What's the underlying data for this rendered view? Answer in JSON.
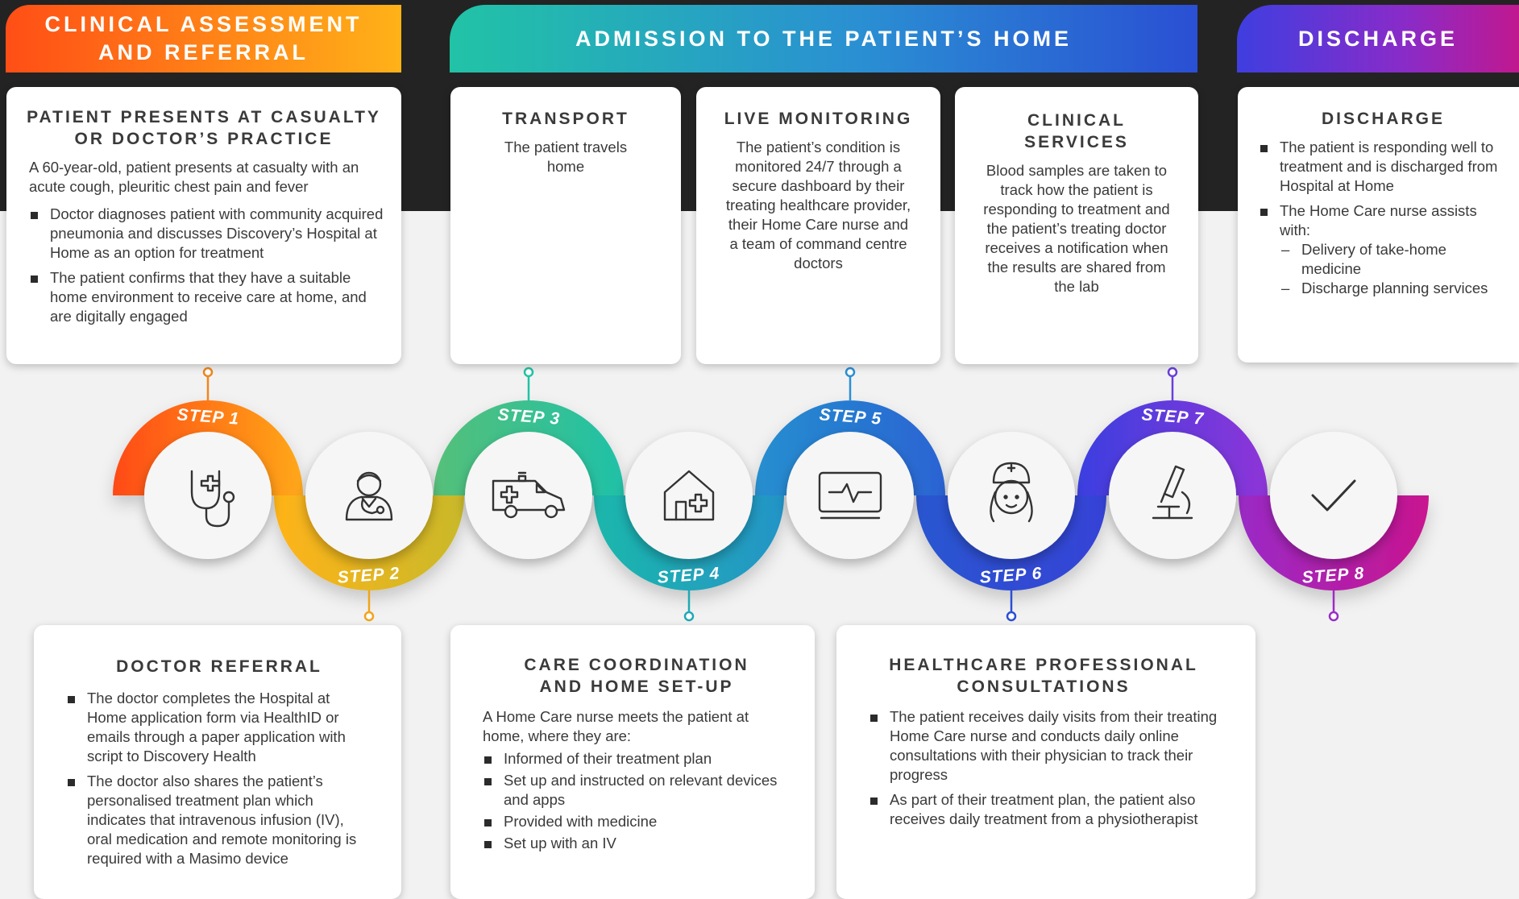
{
  "headers": {
    "clinical": "CLINICAL ASSESSMENT\nAND REFERRAL",
    "admission": "ADMISSION TO THE PATIENT’S HOME",
    "discharge": "DISCHARGE"
  },
  "steps": [
    "STEP 1",
    "STEP 2",
    "STEP 3",
    "STEP 4",
    "STEP 5",
    "STEP 6",
    "STEP 7",
    "STEP 8"
  ],
  "icons": [
    "stethoscope-icon",
    "doctor-icon",
    "ambulance-icon",
    "home-care-icon",
    "monitor-icon",
    "nurse-icon",
    "microscope-icon",
    "checkmark-icon"
  ],
  "colors": {
    "clinical_start": "#ff4e16",
    "clinical_end": "#ffb218",
    "admission_start": "#21c3a6",
    "admission_end": "#2a4fd3",
    "discharge_start": "#3f3ee0",
    "discharge_end": "#c0188f"
  },
  "cards": {
    "patient_presents": {
      "title": "PATIENT PRESENTS AT CASUALTY\nOR DOCTOR’S PRACTICE",
      "intro": "A 60-year-old, patient presents at casualty with an acute cough, pleuritic chest pain and fever",
      "bullets": [
        "Doctor diagnoses patient with community acquired pneumonia and discusses Discovery’s Hospital at Home as an option for treatment",
        "The patient confirms that they have a suitable home environment to receive care at home, and are digitally engaged"
      ]
    },
    "transport": {
      "title": "TRANSPORT",
      "text": "The patient travels home"
    },
    "live_monitoring": {
      "title": "LIVE MONITORING",
      "text": "The patient’s condition is monitored 24/7 through a secure dashboard by their treating healthcare provider, their Home Care nurse and a team of command centre doctors"
    },
    "clinical_services": {
      "title": "CLINICAL SERVICES",
      "text": "Blood samples are taken to track how the patient is responding to treatment and the patient’s treating doctor receives a notification when the results are shared from the lab"
    },
    "discharge": {
      "title": "DISCHARGE",
      "bullet1": "The patient is responding well to treatment and is discharged from Hospital at Home",
      "bullet2": "The Home Care nurse assists with:",
      "sub": [
        "Delivery of take-home medicine",
        "Discharge planning services"
      ]
    },
    "doctor_referral": {
      "title": "DOCTOR REFERRAL",
      "bullets": [
        "The doctor completes the Hospital at Home application form via HealthID or emails through a paper application with script to Discovery Health",
        "The doctor also shares the patient’s personalised treatment plan which indicates that intravenous infusion (IV), oral medication and remote monitoring is required with a Masimo device"
      ]
    },
    "care_coordination": {
      "title": "CARE COORDINATION\nAND HOME SET-UP",
      "intro": "A Home Care  nurse meets the patient at home, where they are:",
      "bullets": [
        "Informed of their treatment plan",
        "Set up and instructed on relevant devices and apps",
        "Provided with medicine",
        "Set up with an IV"
      ]
    },
    "consultations": {
      "title": "HEALTHCARE PROFESSIONAL\nCONSULTATIONS",
      "bullets": [
        "The patient receives daily visits from their treating Home Care nurse and conducts daily online consultations with their physician to track their progress",
        "As part of their treatment plan, the patient also receives daily treatment from a physiotherapist"
      ]
    }
  }
}
